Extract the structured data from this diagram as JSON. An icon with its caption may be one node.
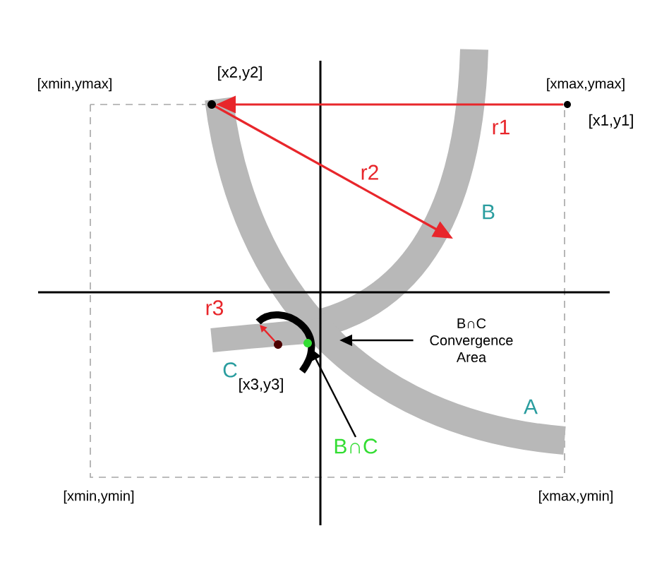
{
  "diagram": {
    "nodes": [
      {
        "text": [],
        "shape": "circle"
      },
      {
        "text": [
          "B∩C Convergence Area"
        ]
      },
      {
        "text": [
          "B∩C"
        ]
      }
    ],
    "edges": [
      {
        "from": 1,
        "to": null,
        "arrow": "to"
      },
      {
        "from": 2,
        "to": 0,
        "arrow": "to"
      }
    ],
    "labels": [
      "[x2,y2]",
      "[xmin,ymax]",
      "[xmax,ymax]",
      "[x1,y1]",
      "r1",
      "r2",
      "B",
      "r3",
      "C",
      "[x3,y3]",
      "A",
      "[xmin,ymin]",
      "[xmax,ymin]"
    ]
  }
}
